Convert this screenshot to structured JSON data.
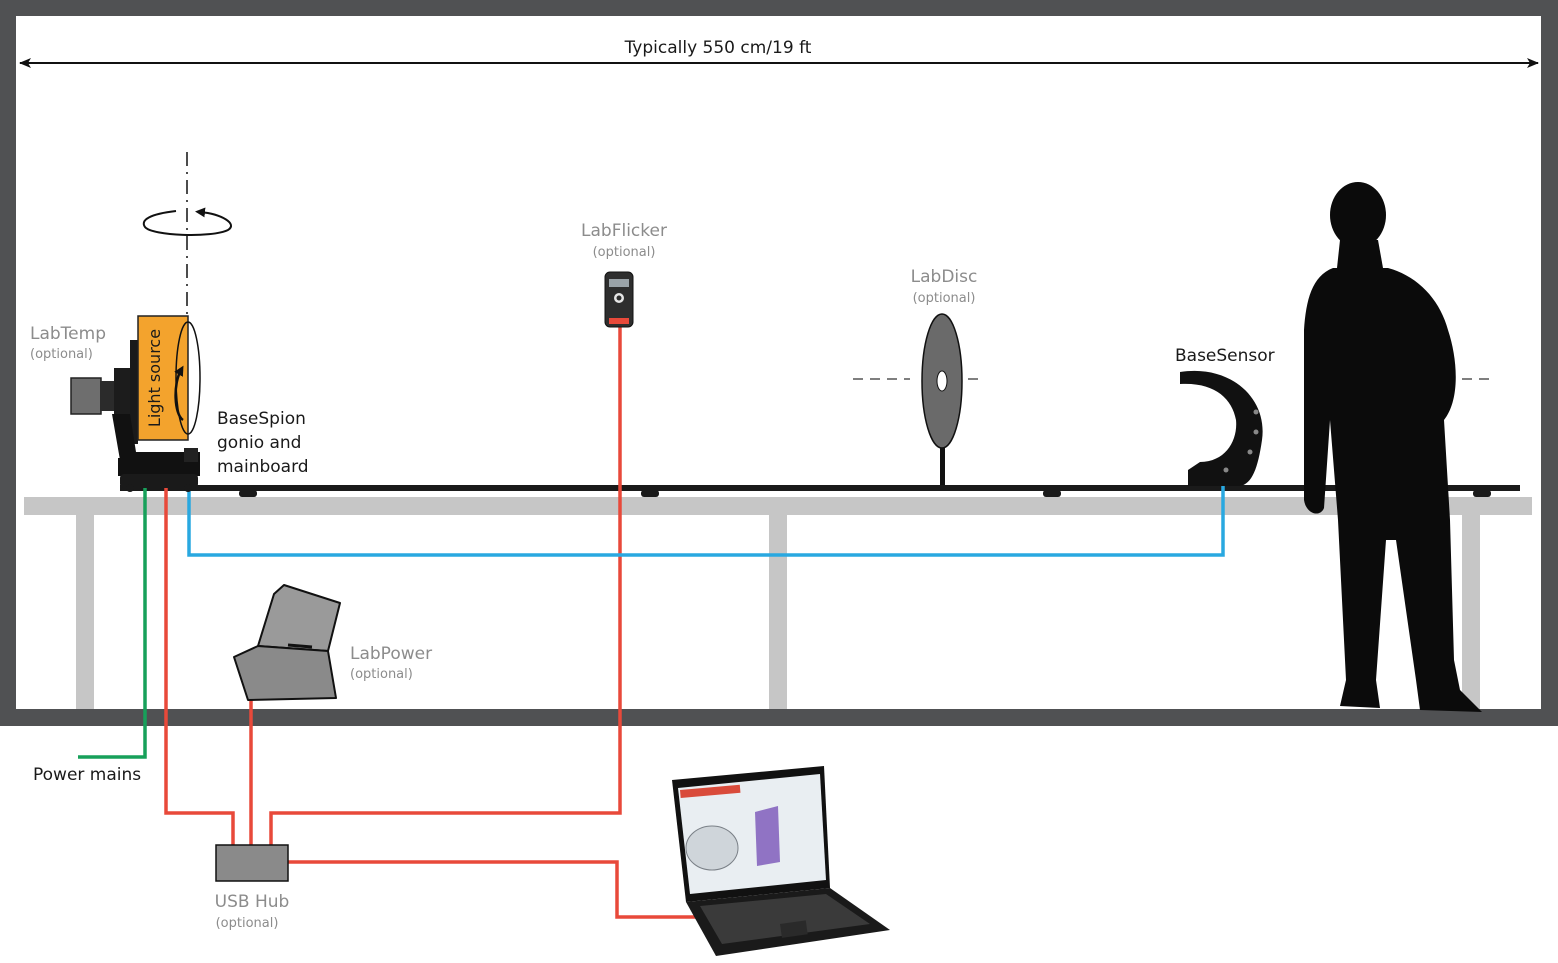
{
  "dimension": {
    "label": "Typically 550 cm/19 ft"
  },
  "components": {
    "labtemp": {
      "name": "LabTemp",
      "note": "(optional)"
    },
    "light": {
      "name": "Light source"
    },
    "basespion": {
      "line1": "BaseSpion",
      "line2": "gonio and",
      "line3": "mainboard"
    },
    "labflicker": {
      "name": "LabFlicker",
      "note": "(optional)"
    },
    "labdisc": {
      "name": "LabDisc",
      "note": "(optional)"
    },
    "basesensor": {
      "name": "BaseSensor"
    },
    "labpower": {
      "name": "LabPower",
      "note": "(optional)"
    },
    "usbhub": {
      "name": "USB Hub",
      "note": "(optional)"
    },
    "mains": {
      "name": "Power mains"
    }
  },
  "colors": {
    "wall": "#505153",
    "table": "#c6c6c6",
    "rail": "#1a1a1a",
    "usb_cable": "#e8493a",
    "sensor_cable": "#29a8e0",
    "power_cable": "#17a05a",
    "light_source": "#f3a32d",
    "silhouette": "#0b0b0b"
  }
}
